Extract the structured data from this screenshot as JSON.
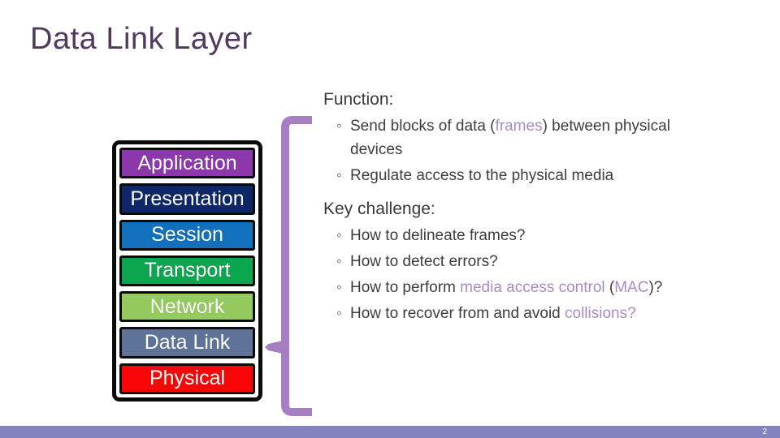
{
  "title": "Data Link Layer",
  "bullet_marker": "◦",
  "colors": {
    "title": "#4F3A5E",
    "heading": "#3B373B",
    "body": "#3F3C3F",
    "highlight": "#A98BC4",
    "marker": "#5A525A",
    "brace": "#A57FC2",
    "footer": "#8583BF",
    "box_border": "#0B0B0B",
    "layer_text": "#FFFFFF"
  },
  "stack": {
    "layers": [
      {
        "label": "Application",
        "color": "#8C38AC"
      },
      {
        "label": "Presentation",
        "color": "#0E2766"
      },
      {
        "label": "Session",
        "color": "#1270BC"
      },
      {
        "label": "Transport",
        "color": "#0BA64E"
      },
      {
        "label": "Network",
        "color": "#94CA5E"
      },
      {
        "label": "Data Link",
        "color": "#5F7399"
      },
      {
        "label": "Physical",
        "color": "#FA0505"
      }
    ]
  },
  "sections": [
    {
      "heading": "Function:",
      "bullets": [
        [
          {
            "t": "Send blocks of data ("
          },
          {
            "t": "frames",
            "hl": true
          },
          {
            "t": ") between physical"
          },
          {
            "br": true
          },
          {
            "t": "devices"
          }
        ],
        [
          {
            "t": "Regulate access to the physical media"
          }
        ]
      ]
    },
    {
      "heading": "Key challenge:",
      "bullets": [
        [
          {
            "t": "How to delineate frames?"
          }
        ],
        [
          {
            "t": "How to detect errors?"
          }
        ],
        [
          {
            "t": "How to perform "
          },
          {
            "t": "media access control",
            "hl": true
          },
          {
            "t": " ("
          },
          {
            "t": "MAC",
            "hl": true
          },
          {
            "t": ")?"
          }
        ],
        [
          {
            "t": "How to recover from and avoid "
          },
          {
            "t": "collisions?",
            "hl": true
          }
        ]
      ]
    }
  ],
  "footer": {
    "page_number": "2"
  }
}
